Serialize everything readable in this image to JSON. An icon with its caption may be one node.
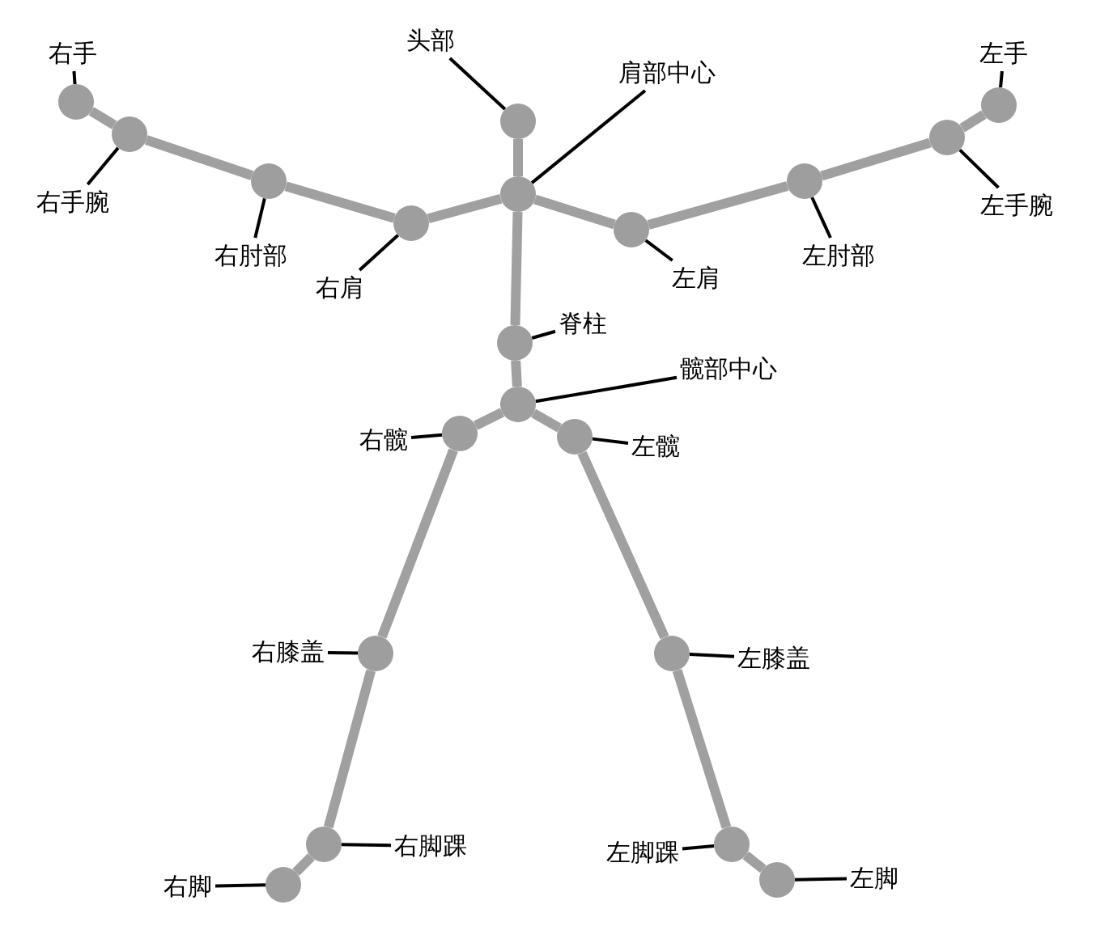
{
  "diagram": {
    "nodes": [
      {
        "text": [],
        "shape": "circle"
      },
      {
        "text": [],
        "shape": "circle"
      },
      {
        "text": [],
        "shape": "circle"
      },
      {
        "text": [],
        "shape": "circle"
      },
      {
        "text": [],
        "shape": "circle"
      },
      {
        "text": [],
        "shape": "circle"
      },
      {
        "text": [],
        "shape": "circle"
      },
      {
        "text": [],
        "shape": "circle"
      },
      {
        "text": [],
        "shape": "circle"
      },
      {
        "text": [],
        "shape": "circle"
      },
      {
        "text": [],
        "shape": "circle"
      },
      {
        "text": [],
        "shape": "circle"
      },
      {
        "text": [],
        "shape": "circle"
      },
      {
        "text": [],
        "shape": "circle"
      },
      {
        "text": [],
        "shape": "circle"
      },
      {
        "text": [],
        "shape": "circle"
      },
      {
        "text": [],
        "shape": "circle"
      },
      {
        "text": [],
        "shape": "circle"
      },
      {
        "text": [],
        "shape": "circle"
      },
      {
        "text": [],
        "shape": "circle"
      },
      {
        "text": [
          "头部"
        ]
      },
      {
        "text": [
          "肩部中心"
        ]
      },
      {
        "text": [
          "脊柱"
        ]
      },
      {
        "text": [
          "髋部中心"
        ]
      },
      {
        "text": [
          "右肩"
        ]
      },
      {
        "text": [
          "右肘部"
        ]
      },
      {
        "text": [
          "右手腕"
        ]
      },
      {
        "text": [
          "右手"
        ]
      },
      {
        "text": [
          "左肩"
        ]
      },
      {
        "text": [
          "左肘部"
        ]
      },
      {
        "text": [
          "左手腕"
        ]
      },
      {
        "text": [
          "左手"
        ]
      },
      {
        "text": [
          "右髋"
        ]
      },
      {
        "text": [
          "右膝盖"
        ]
      },
      {
        "text": [
          "右脚踝"
        ]
      },
      {
        "text": [
          "右脚"
        ]
      },
      {
        "text": [
          "左髋"
        ]
      },
      {
        "text": [
          "左膝盖"
        ]
      },
      {
        "text": [
          "左脚踝"
        ]
      },
      {
        "text": [
          "左脚"
        ]
      }
    ],
    "edges": [
      {
        "from": 2,
        "to": 7,
        "arrow": "none",
        "style": "thick",
        "color": "#a0a0a0"
      },
      {
        "from": 7,
        "to": 8,
        "arrow": "none",
        "style": "thick",
        "color": "#a0a0a0"
      },
      {
        "from": 8,
        "to": 5,
        "arrow": "none",
        "style": "thick",
        "color": "#a0a0a0"
      },
      {
        "from": 5,
        "to": 3,
        "arrow": "none",
        "style": "thick",
        "color": "#a0a0a0"
      },
      {
        "from": 3,
        "to": 0,
        "arrow": "none",
        "style": "thick",
        "color": "#a0a0a0"
      },
      {
        "from": 7,
        "to": 9,
        "arrow": "none",
        "style": "thick",
        "color": "#a0a0a0"
      },
      {
        "from": 9,
        "to": 6,
        "arrow": "none",
        "style": "thick",
        "color": "#a0a0a0"
      },
      {
        "from": 6,
        "to": 4,
        "arrow": "none",
        "style": "thick",
        "color": "#a0a0a0"
      },
      {
        "from": 4,
        "to": 1,
        "arrow": "none",
        "style": "thick",
        "color": "#a0a0a0"
      },
      {
        "from": 7,
        "to": 10,
        "arrow": "none",
        "style": "thick",
        "color": "#a0a0a0"
      },
      {
        "from": 10,
        "to": 11,
        "arrow": "none",
        "style": "thick",
        "color": "#a0a0a0"
      },
      {
        "from": 11,
        "to": 12,
        "arrow": "none",
        "style": "thick",
        "color": "#a0a0a0"
      },
      {
        "from": 12,
        "to": 14,
        "arrow": "none",
        "style": "thick",
        "color": "#a0a0a0"
      },
      {
        "from": 14,
        "to": 16,
        "arrow": "none",
        "style": "thick",
        "color": "#a0a0a0"
      },
      {
        "from": 16,
        "to": 19,
        "arrow": "none",
        "style": "thick",
        "color": "#a0a0a0"
      },
      {
        "from": 11,
        "to": 13,
        "arrow": "none",
        "style": "thick",
        "color": "#a0a0a0"
      },
      {
        "from": 13,
        "to": 15,
        "arrow": "none",
        "style": "thick",
        "color": "#a0a0a0"
      },
      {
        "from": 15,
        "to": 17,
        "arrow": "none",
        "style": "thick",
        "color": "#a0a0a0"
      },
      {
        "from": 17,
        "to": 18,
        "arrow": "none",
        "style": "thick",
        "color": "#a0a0a0"
      },
      {
        "from": 20,
        "to": 2,
        "arrow": "none"
      },
      {
        "from": 21,
        "to": 7,
        "arrow": "none"
      },
      {
        "from": 22,
        "to": 10,
        "arrow": "none"
      },
      {
        "from": 23,
        "to": 11,
        "arrow": "none"
      },
      {
        "from": 24,
        "to": 8,
        "arrow": "none"
      },
      {
        "from": 25,
        "to": 5,
        "arrow": "none"
      },
      {
        "from": 26,
        "to": 3,
        "arrow": "none"
      },
      {
        "from": 27,
        "to": 0,
        "arrow": "none"
      },
      {
        "from": 28,
        "to": 9,
        "arrow": "none"
      },
      {
        "from": 29,
        "to": 6,
        "arrow": "none"
      },
      {
        "from": 30,
        "to": 4,
        "arrow": "none"
      },
      {
        "from": 31,
        "to": 1,
        "arrow": "none"
      },
      {
        "from": 32,
        "to": 12,
        "arrow": "none"
      },
      {
        "from": 33,
        "to": 14,
        "arrow": "none"
      },
      {
        "from": 34,
        "to": 16,
        "arrow": "none"
      },
      {
        "from": 35,
        "to": 19,
        "arrow": "none"
      },
      {
        "from": 36,
        "to": 13,
        "arrow": "none"
      },
      {
        "from": 37,
        "to": 15,
        "arrow": "none"
      },
      {
        "from": 38,
        "to": 17,
        "arrow": "none"
      },
      {
        "from": 39,
        "to": 18,
        "arrow": "none"
      }
    ]
  }
}
